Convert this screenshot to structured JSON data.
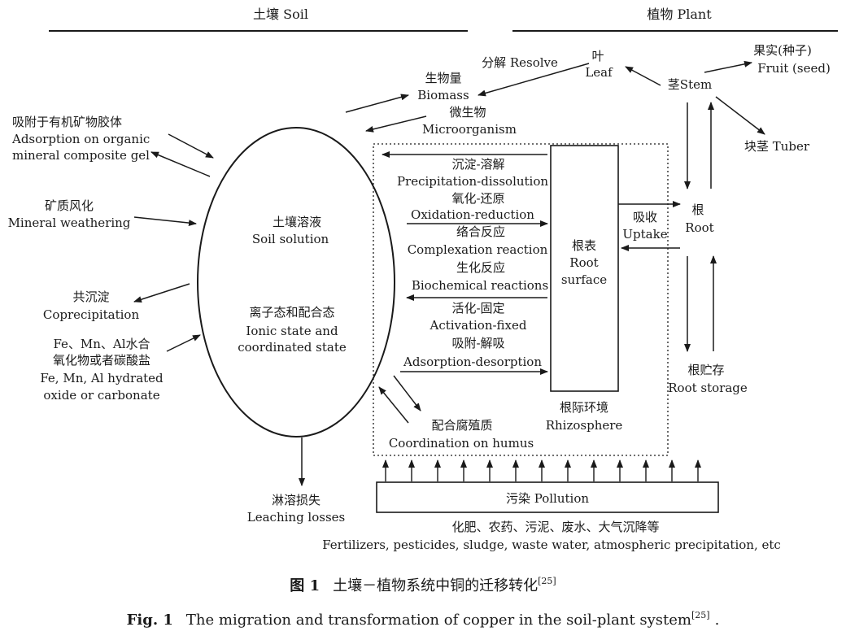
{
  "headers": {
    "soil": "土壤 Soil",
    "plant": "植物 Plant"
  },
  "soil_left": {
    "adsorption_zh": "吸附于有机矿物胶体",
    "adsorption_en1": "Adsorption on organic",
    "adsorption_en2": "mineral composite gel",
    "weathering_zh": "矿质风化",
    "weathering_en": "Mineral weathering",
    "coprecip_zh": "共沉淀",
    "coprecip_en": "Coprecipitation",
    "oxide_zh1": "Fe、Mn、Al水合",
    "oxide_zh2": "氧化物或者碳酸盐",
    "oxide_en1": "Fe, Mn, Al hydrated",
    "oxide_en2": "oxide or carbonate"
  },
  "soil_solution": {
    "zh": "土壤溶液",
    "en": "Soil solution",
    "state_zh": "离子态和配合态",
    "state_en1": "Ionic state and",
    "state_en2": "coordinated state"
  },
  "top_flow": {
    "resolve": "分解 Resolve",
    "biomass_zh": "生物量",
    "biomass_en": "Biomass",
    "micro_zh": "微生物",
    "micro_en": "Microorganism"
  },
  "processes": {
    "precip_zh": "沉淀-溶解",
    "precip_en": "Precipitation-dissolution",
    "oxid_zh": "氧化-还原",
    "oxid_en": "Oxidation-reduction",
    "complex_zh": "络合反应",
    "complex_en": "Complexation reaction",
    "biochem_zh": "生化反应",
    "biochem_en": "Biochemical reactions",
    "activ_zh": "活化-固定",
    "activ_en": "Activation-fixed",
    "adsorp_zh": "吸附-解吸",
    "adsorp_en": "Adsorption-desorption",
    "humus_zh": "配合腐殖质",
    "humus_en": "Coordination on humus"
  },
  "root_surface": {
    "zh": "根表",
    "en1": "Root",
    "en2": "surface"
  },
  "rhizosphere": {
    "zh": "根际环境",
    "en": "Rhizosphere"
  },
  "uptake": {
    "zh": "吸收",
    "en": "Uptake"
  },
  "plant": {
    "leaf_zh": "叶",
    "leaf_en": "Leaf",
    "stem": "茎Stem",
    "fruit_zh": "果实(种子)",
    "fruit_en": "Fruit (seed)",
    "tuber": "块茎 Tuber",
    "root_zh": "根",
    "root_en": "Root",
    "storage_zh": "根贮存",
    "storage_en": "Root storage"
  },
  "leaching": {
    "zh": "淋溶损失",
    "en": "Leaching losses"
  },
  "pollution": {
    "label": "污染 Pollution",
    "sources_zh": "化肥、农药、污泥、废水、大气沉降等",
    "sources_en": "Fertilizers, pesticides, sludge, waste water, atmospheric precipitation, etc"
  },
  "caption": {
    "zh_label": "图 1",
    "zh_text": "土壤－植物系统中铜的迁移转化",
    "en_label": "Fig. 1",
    "en_text": "The migration and transformation of copper in the soil-plant system",
    "ref": "[25]",
    "end": "."
  }
}
